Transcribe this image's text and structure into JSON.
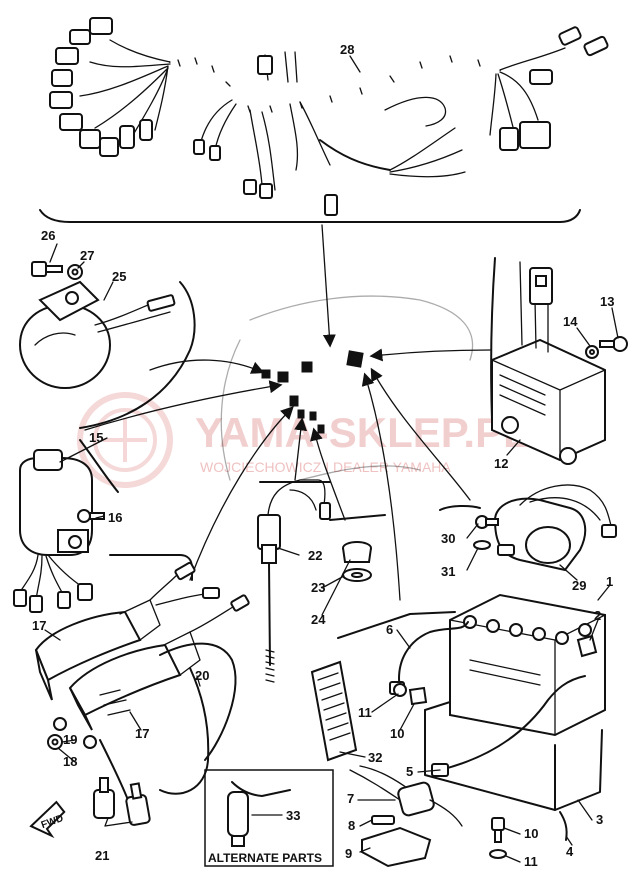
{
  "callouts": {
    "c1": "1",
    "c2": "2",
    "c3": "3",
    "c4": "4",
    "c5": "5",
    "c6": "6",
    "c7": "7",
    "c8": "8",
    "c9": "9",
    "c10a": "10",
    "c10b": "10",
    "c11a": "11",
    "c11b": "11",
    "c12": "12",
    "c13": "13",
    "c14": "14",
    "c15": "15",
    "c16": "16",
    "c17a": "17",
    "c17b": "17",
    "c18": "18",
    "c19": "19",
    "c20": "20",
    "c21": "21",
    "c22": "22",
    "c23": "23",
    "c24": "24",
    "c25": "25",
    "c26": "26",
    "c27": "27",
    "c28": "28",
    "c29": "29",
    "c30": "30",
    "c31": "31",
    "c32": "32",
    "c33": "33"
  },
  "alternate_parts_label": "ALTERNATE PARTS",
  "fwd_label": "FWD",
  "watermark": {
    "title": "YAMA-SKLEP.PL",
    "subtitle": "WOJCIECHOWICZ I DEALER YAMAHA"
  }
}
